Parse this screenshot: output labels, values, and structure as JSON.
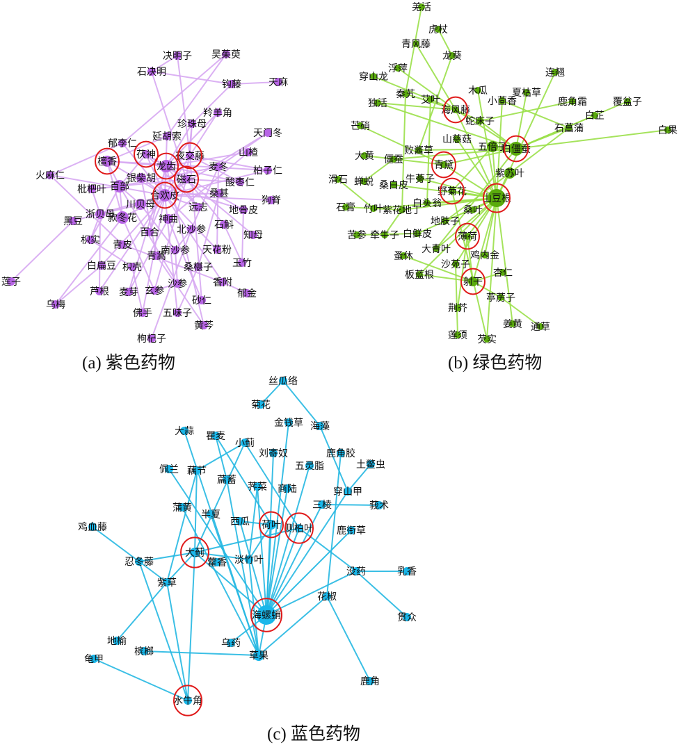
{
  "colors": {
    "purple_node": "#b865e6",
    "purple_edge": "#d7a8f2",
    "green_node": "#5aab0c",
    "green_edge": "#9be04a",
    "blue_node": "#19b7ea",
    "blue_edge": "#26b8e2",
    "highlight": "#e01b1b"
  },
  "panels": [
    {
      "id": "purple",
      "caption": "(a) 紫色药物",
      "nodes": [
        "决明子",
        "吴茱萸",
        "石决明",
        "钩藤",
        "天麻",
        "羚羊角",
        "珍珠母",
        "天门冬",
        "延胡索",
        "郁李仁",
        "茯神",
        "夜交藤",
        "山楂",
        "檀香",
        "龙齿",
        "麦冬",
        "柏子仁",
        "火麻仁",
        "银柴胡",
        "磁石",
        "酸枣仁",
        "百部",
        "枇杷叶",
        "桑甚",
        "合欢皮",
        "狗脊",
        "川贝母",
        "远志",
        "地骨皮",
        "浙贝母",
        "款冬花",
        "神曲",
        "黑豆",
        "石斛",
        "北沙参",
        "知母",
        "百合",
        "枳实",
        "青皮",
        "南沙参",
        "天花粉",
        "青蒿",
        "玉竹",
        "白扁豆",
        "枳壳",
        "桑椹子",
        "莲子",
        "香附",
        "沙参",
        "芦根",
        "麦芽",
        "玄参",
        "郁金",
        "乌梅",
        "砂仁",
        "佛手",
        "五味子",
        "黄芩",
        "枸杞子"
      ],
      "highlighted": [
        "檀香",
        "茯神",
        "龙齿",
        "夜交藤",
        "磁石",
        "合欢皮"
      ],
      "edges": [
        [
          "决明子",
          "石决明"
        ],
        [
          "决明子",
          "夜交藤"
        ],
        [
          "石决明",
          "钩藤"
        ],
        [
          "石决明",
          "磁石"
        ],
        [
          "钩藤",
          "天麻"
        ],
        [
          "钩藤",
          "珍珠母"
        ],
        [
          "吴茱萸",
          "延胡索"
        ],
        [
          "吴茱萸",
          "郁李仁"
        ],
        [
          "羚羊角",
          "龙齿"
        ],
        [
          "羚羊角",
          "夜交藤"
        ],
        [
          "珍珠母",
          "龙齿"
        ],
        [
          "珍珠母",
          "磁石"
        ],
        [
          "珍珠母",
          "夜交藤"
        ],
        [
          "天门冬",
          "麦冬"
        ],
        [
          "天门冬",
          "合欢皮"
        ],
        [
          "山楂",
          "神曲"
        ],
        [
          "山楂",
          "龙齿"
        ],
        [
          "延胡索",
          "合欢皮"
        ],
        [
          "延胡索",
          "檀香"
        ],
        [
          "郁李仁",
          "火麻仁"
        ],
        [
          "郁李仁",
          "合欢皮"
        ],
        [
          "茯神",
          "龙齿"
        ],
        [
          "茯神",
          "磁石"
        ],
        [
          "茯神",
          "合欢皮"
        ],
        [
          "茯神",
          "远志"
        ],
        [
          "茯神",
          "百部"
        ],
        [
          "夜交藤",
          "龙齿"
        ],
        [
          "夜交藤",
          "合欢皮"
        ],
        [
          "夜交藤",
          "酸枣仁"
        ],
        [
          "夜交藤",
          "柏子仁"
        ],
        [
          "檀香",
          "合欢皮"
        ],
        [
          "檀香",
          "百部"
        ],
        [
          "檀香",
          "款冬花"
        ],
        [
          "檀香",
          "龙齿"
        ],
        [
          "檀香",
          "柏子仁"
        ],
        [
          "龙齿",
          "磁石"
        ],
        [
          "龙齿",
          "合欢皮"
        ],
        [
          "龙齿",
          "酸枣仁"
        ],
        [
          "龙齿",
          "远志"
        ],
        [
          "龙齿",
          "百合"
        ],
        [
          "磁石",
          "合欢皮"
        ],
        [
          "磁石",
          "酸枣仁"
        ],
        [
          "磁石",
          "石斛"
        ],
        [
          "麦冬",
          "北沙参"
        ],
        [
          "麦冬",
          "天花粉"
        ],
        [
          "麦冬",
          "百部"
        ],
        [
          "柏子仁",
          "合欢皮"
        ],
        [
          "火麻仁",
          "青皮"
        ],
        [
          "火麻仁",
          "合欢皮"
        ],
        [
          "银柴胡",
          "地骨皮"
        ],
        [
          "银柴胡",
          "青蒿"
        ],
        [
          "银柴胡",
          "合欢皮"
        ],
        [
          "百部",
          "款冬花"
        ],
        [
          "百部",
          "川贝母"
        ],
        [
          "百部",
          "枇杷叶"
        ],
        [
          "百部",
          "沙参"
        ],
        [
          "枇杷叶",
          "浙贝母"
        ],
        [
          "枇杷叶",
          "磁石"
        ],
        [
          "桑甚",
          "合欢皮"
        ],
        [
          "桑甚",
          "桑椹子"
        ],
        [
          "狗脊",
          "合欢皮"
        ],
        [
          "川贝母",
          "浙贝母"
        ],
        [
          "川贝母",
          "南沙参"
        ],
        [
          "远志",
          "合欢皮"
        ],
        [
          "地骨皮",
          "玉竹"
        ],
        [
          "地骨皮",
          "龙齿"
        ],
        [
          "浙贝母",
          "款冬花"
        ],
        [
          "浙贝母",
          "芦根"
        ],
        [
          "浙贝母",
          "枳实"
        ],
        [
          "款冬花",
          "合欢皮"
        ],
        [
          "款冬花",
          "玄参"
        ],
        [
          "神曲",
          "麦芽"
        ],
        [
          "神曲",
          "砂仁"
        ],
        [
          "黑豆",
          "莲子"
        ],
        [
          "黑豆",
          "合欢皮"
        ],
        [
          "石斛",
          "玉竹"
        ],
        [
          "北沙参",
          "南沙参"
        ],
        [
          "北沙参",
          "枸杞子"
        ],
        [
          "知母",
          "磁石"
        ],
        [
          "百合",
          "合欢皮"
        ],
        [
          "枳实",
          "枳壳"
        ],
        [
          "枳实",
          "百部"
        ],
        [
          "青皮",
          "香附"
        ],
        [
          "南沙参",
          "沙参"
        ],
        [
          "天花粉",
          "合欢皮"
        ],
        [
          "青蒿",
          "黄芩"
        ],
        [
          "白扁豆",
          "乌梅"
        ],
        [
          "白扁豆",
          "合欢皮"
        ],
        [
          "枳壳",
          "佛手"
        ],
        [
          "桑椹子",
          "五味子"
        ],
        [
          "香附",
          "郁金"
        ],
        [
          "香附",
          "合欢皮"
        ],
        [
          "沙参",
          "玄参"
        ],
        [
          "芦根",
          "合欢皮"
        ],
        [
          "麦芽",
          "龙齿"
        ],
        [
          "玄参",
          "磁石"
        ],
        [
          "佛手",
          "合欢皮"
        ],
        [
          "五味子",
          "合欢皮"
        ],
        [
          "砂仁",
          "夜交藤"
        ],
        [
          "黄芩",
          "龙齿"
        ],
        [
          "乌梅",
          "款冬花"
        ]
      ]
    },
    {
      "id": "green",
      "caption": "(b) 绿色药物",
      "nodes": [
        "羌活",
        "虎杖",
        "青风藤",
        "龙葵",
        "浮萍",
        "穿山龙",
        "连翘",
        "秦艽",
        "艾叶",
        "木瓜",
        "夏枯草",
        "独活",
        "小茴香",
        "鹿角霜",
        "覆盆子",
        "海风藤",
        "蛇床子",
        "白芷",
        "石菖蒲",
        "芒硝",
        "白果",
        "山慈菇",
        "五倍子",
        "白僵蚕",
        "败酱草",
        "大黄",
        "僵蚕",
        "青黛",
        "紫苏叶",
        "滑石",
        "蝉蜕",
        "桑白皮",
        "牛蒡子",
        "野菊花",
        "山豆根",
        "白头翁",
        "石膏",
        "竹叶",
        "紫花地丁",
        "桑叶",
        "地肤子",
        "苦参",
        "牵牛子",
        "白鲜皮",
        "薄荷",
        "大青叶",
        "蚤休",
        "鸡内金",
        "沙苑子",
        "杏仁",
        "板蓝根",
        "射干",
        "葶苈子",
        "荆芥",
        "姜黄",
        "通草",
        "莲须",
        "芡实"
      ],
      "highlighted": [
        "海风藤",
        "白僵蚕",
        "青黛",
        "野菊花",
        "山豆根",
        "薄荷",
        "射干"
      ],
      "edges": [
        [
          "羌活",
          "秦艽"
        ],
        [
          "虎杖",
          "龙葵"
        ],
        [
          "青风藤",
          "海风藤"
        ],
        [
          "龙葵",
          "败酱草"
        ],
        [
          "浮萍",
          "海风藤"
        ],
        [
          "穿山龙",
          "海风藤"
        ],
        [
          "秦艽",
          "海风藤"
        ],
        [
          "秦艽",
          "紫花地丁"
        ],
        [
          "艾叶",
          "白头翁"
        ],
        [
          "独活",
          "海风藤"
        ],
        [
          "独活",
          "白僵蚕"
        ],
        [
          "木瓜",
          "山豆根"
        ],
        [
          "小茴香",
          "山豆根"
        ],
        [
          "小茴香",
          "石菖蒲"
        ],
        [
          "夏枯草",
          "白僵蚕"
        ],
        [
          "连翘",
          "山豆根"
        ],
        [
          "鹿角霜",
          "蛇床子"
        ],
        [
          "覆盆子",
          "白僵蚕"
        ],
        [
          "白芷",
          "白僵蚕"
        ],
        [
          "石菖蒲",
          "白僵蚕"
        ],
        [
          "石菖蒲",
          "紫苏叶"
        ],
        [
          "白果",
          "白僵蚕"
        ],
        [
          "海风藤",
          "白僵蚕"
        ],
        [
          "海风藤",
          "山豆根"
        ],
        [
          "海风藤",
          "蛇床子"
        ],
        [
          "蛇床子",
          "白僵蚕"
        ],
        [
          "芒硝",
          "青黛"
        ],
        [
          "山慈菇",
          "山豆根"
        ],
        [
          "五倍子",
          "山豆根"
        ],
        [
          "五倍子",
          "白僵蚕"
        ],
        [
          "败酱草",
          "白僵蚕"
        ],
        [
          "大黄",
          "青黛"
        ],
        [
          "僵蚕",
          "白僵蚕"
        ],
        [
          "僵蚕",
          "蝉蜕"
        ],
        [
          "青黛",
          "白僵蚕"
        ],
        [
          "青黛",
          "山豆根"
        ],
        [
          "紫苏叶",
          "山豆根"
        ],
        [
          "滑石",
          "竹叶"
        ],
        [
          "牛蒡子",
          "山豆根"
        ],
        [
          "桑白皮",
          "山豆根"
        ],
        [
          "野菊花",
          "山豆根"
        ],
        [
          "野菊花",
          "五倍子"
        ],
        [
          "白头翁",
          "山豆根"
        ],
        [
          "石膏",
          "紫花地丁"
        ],
        [
          "竹叶",
          "山豆根"
        ],
        [
          "紫花地丁",
          "山豆根"
        ],
        [
          "桑叶",
          "山豆根"
        ],
        [
          "地肤子",
          "山豆根"
        ],
        [
          "地肤子",
          "紫苏叶"
        ],
        [
          "苦参",
          "白鲜皮"
        ],
        [
          "牵牛子",
          "紫花地丁"
        ],
        [
          "白鲜皮",
          "山豆根"
        ],
        [
          "薄荷",
          "山豆根"
        ],
        [
          "大青叶",
          "山豆根"
        ],
        [
          "大青叶",
          "白僵蚕"
        ],
        [
          "蚤休",
          "射干"
        ],
        [
          "鸡内金",
          "山豆根"
        ],
        [
          "沙苑子",
          "山豆根"
        ],
        [
          "杏仁",
          "射干"
        ],
        [
          "板蓝根",
          "射干"
        ],
        [
          "板蓝根",
          "山豆根"
        ],
        [
          "射干",
          "山豆根"
        ],
        [
          "射干",
          "葶苈子"
        ],
        [
          "射干",
          "薄荷"
        ],
        [
          "荆芥",
          "薄荷"
        ],
        [
          "姜黄",
          "山豆根"
        ],
        [
          "通草",
          "葶苈子"
        ],
        [
          "莲须",
          "沙苑子"
        ],
        [
          "芡实",
          "山豆根"
        ],
        [
          "芡实",
          "野菊花"
        ]
      ]
    },
    {
      "id": "blue",
      "caption": "(c) 蓝色药物",
      "nodes": [
        "丝瓜络",
        "菊花",
        "金钱草",
        "海藻",
        "大蒜",
        "瞿麦",
        "小蓟",
        "刘寄奴",
        "鹿角胶",
        "佩兰",
        "藕节",
        "五灵脂",
        "土鳖虫",
        "萹蓄",
        "荠菜",
        "商陆",
        "穿山甲",
        "蒲黄",
        "三棱",
        "莪术",
        "半夏",
        "西瓜",
        "荷叶",
        "侧柏叶",
        "鹿衔草",
        "鸡血藤",
        "大蓟",
        "藿香",
        "淡竹叶",
        "忍冬藤",
        "没药",
        "乳香",
        "紫草",
        "花椒",
        "海螺蛸",
        "贯众",
        "地榆",
        "乌药",
        "槟榔",
        "草果",
        "龟甲",
        "鹿角",
        "水牛角"
      ],
      "highlighted": [
        "荷叶",
        "侧柏叶",
        "大蓟",
        "海螺蛸",
        "水牛角"
      ],
      "edges": [
        [
          "丝瓜络",
          "菊花"
        ],
        [
          "丝瓜络",
          "海藻"
        ],
        [
          "海藻",
          "穿山甲"
        ],
        [
          "鹿角胶",
          "花椒"
        ],
        [
          "土鳖虫",
          "穿山甲"
        ],
        [
          "穿山甲",
          "海螺蛸"
        ],
        [
          "三棱",
          "莪术"
        ],
        [
          "三棱",
          "海螺蛸"
        ],
        [
          "鹿衔草",
          "海螺蛸"
        ],
        [
          "侧柏叶",
          "没药"
        ],
        [
          "没药",
          "乳香"
        ],
        [
          "没药",
          "贯众"
        ],
        [
          "没药",
          "海螺蛸"
        ],
        [
          "花椒",
          "草果"
        ],
        [
          "花椒",
          "鹿角"
        ],
        [
          "金钱草",
          "海螺蛸"
        ],
        [
          "刘寄奴",
          "海螺蛸"
        ],
        [
          "五灵脂",
          "海螺蛸"
        ],
        [
          "商陆",
          "海螺蛸"
        ],
        [
          "荷叶",
          "海螺蛸"
        ],
        [
          "侧柏叶",
          "海螺蛸"
        ],
        [
          "荠菜",
          "海螺蛸"
        ],
        [
          "小蓟",
          "侧柏叶"
        ],
        [
          "小蓟",
          "藕节"
        ],
        [
          "小蓟",
          "大蓟"
        ],
        [
          "瞿麦",
          "萹蓄"
        ],
        [
          "瞿麦",
          "荷叶"
        ],
        [
          "萹蓄",
          "草果"
        ],
        [
          "大蒜",
          "草果"
        ],
        [
          "西瓜",
          "荷叶"
        ],
        [
          "西瓜",
          "海螺蛸"
        ],
        [
          "荠菜",
          "淡竹叶"
        ],
        [
          "淡竹叶",
          "荷叶"
        ],
        [
          "淡竹叶",
          "大蓟"
        ],
        [
          "淡竹叶",
          "草果"
        ],
        [
          "大蓟",
          "侧柏叶"
        ],
        [
          "大蓟",
          "忍冬藤"
        ],
        [
          "大蓟",
          "紫草"
        ],
        [
          "大蓟",
          "水牛角"
        ],
        [
          "大蓟",
          "海螺蛸"
        ],
        [
          "藕节",
          "大蓟"
        ],
        [
          "藕节",
          "紫草"
        ],
        [
          "佩兰",
          "海螺蛸"
        ],
        [
          "半夏",
          "草果"
        ],
        [
          "蒲黄",
          "草果"
        ],
        [
          "忍冬藤",
          "鸡血藤"
        ],
        [
          "忍冬藤",
          "紫草"
        ],
        [
          "忍冬藤",
          "水牛角"
        ],
        [
          "紫草",
          "地榆"
        ],
        [
          "紫草",
          "水牛角"
        ],
        [
          "龟甲",
          "水牛角"
        ],
        [
          "槟榔",
          "草果"
        ],
        [
          "乌药",
          "海螺蛸"
        ],
        [
          "草果",
          "海螺蛸"
        ]
      ]
    }
  ]
}
